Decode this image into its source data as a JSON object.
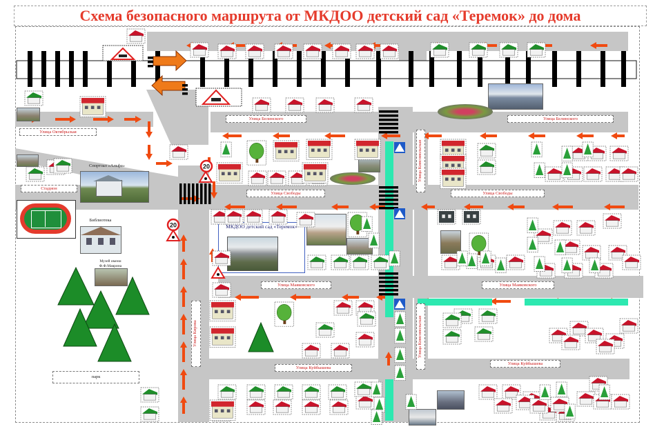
{
  "title": "Схема безопасного маршрута от  МКДОО   детский сад «Теремок» до дома",
  "streets": {
    "oktyabrskaya": "Улица Октябрьская",
    "belinsky_top": "Улица Белинского",
    "belinsky_right": "Улица Белинского",
    "svobody_mid": "Улица Свободы",
    "svobody_right": "Улица Свободы",
    "mayakovsky_mid": "Улица Маяковского",
    "mayakovsky_right": "Улица Маяковского",
    "kuibysheva_mid": "Улица Куйбышева",
    "kuibysheva_right": "Улица Куйбышева",
    "kirova": "Улица Кирова",
    "komsomolskaya_1": "Улица Комсомольская",
    "komsomolskaya_2": "Улица Комсомольская"
  },
  "places": {
    "sports_hall": "Спортзал «Альфа»",
    "stadium": "Стадион",
    "library": "Библиотека",
    "museum": "Музей имени Ф.Ф.Маврина",
    "park": "парк",
    "kindergarten": "МКДОО детский сад «Теремок»"
  },
  "signs": {
    "speed_limit_1": "20",
    "speed_limit_2": "20"
  },
  "colors": {
    "title": "#e53b2c",
    "road": "#c6c6c6",
    "route_arrow": "#f04a10",
    "crossing_zebra": "#00e6a8",
    "street_label": "#cc1d1d"
  }
}
